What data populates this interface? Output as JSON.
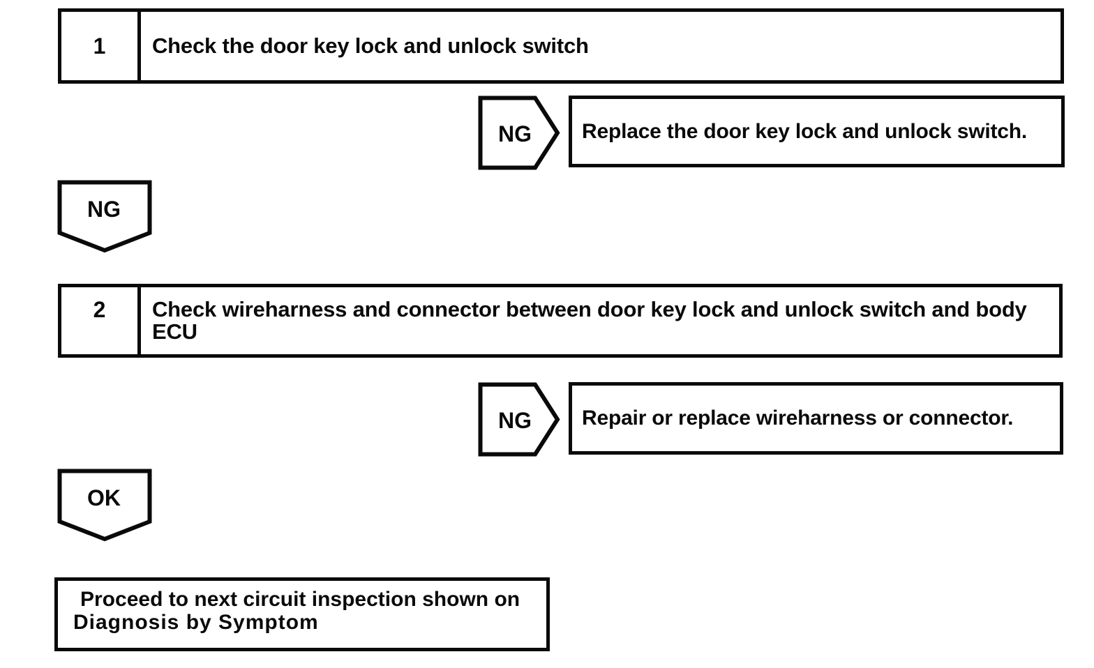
{
  "diagram": {
    "type": "diagnostic-flowchart",
    "steps": [
      {
        "number": "1",
        "title": "Check the door key lock and unlock switch",
        "branch": {
          "connector": "NG",
          "action": "Replace the door key lock and unlock switch."
        },
        "pass_connector": "NG"
      },
      {
        "number": "2",
        "title": "Check wireharness and connector between door key lock and unlock switch and body ECU",
        "branch": {
          "connector": "NG",
          "action": "Repair or replace wireharness or connector."
        },
        "pass_connector": "OK"
      }
    ],
    "terminal": {
      "line1": "Proceed to next circuit inspection shown on",
      "line2": "Diagnosis by Symptom"
    }
  },
  "colors": {
    "ink": "#0a0a0a",
    "paper": "#ffffff"
  }
}
